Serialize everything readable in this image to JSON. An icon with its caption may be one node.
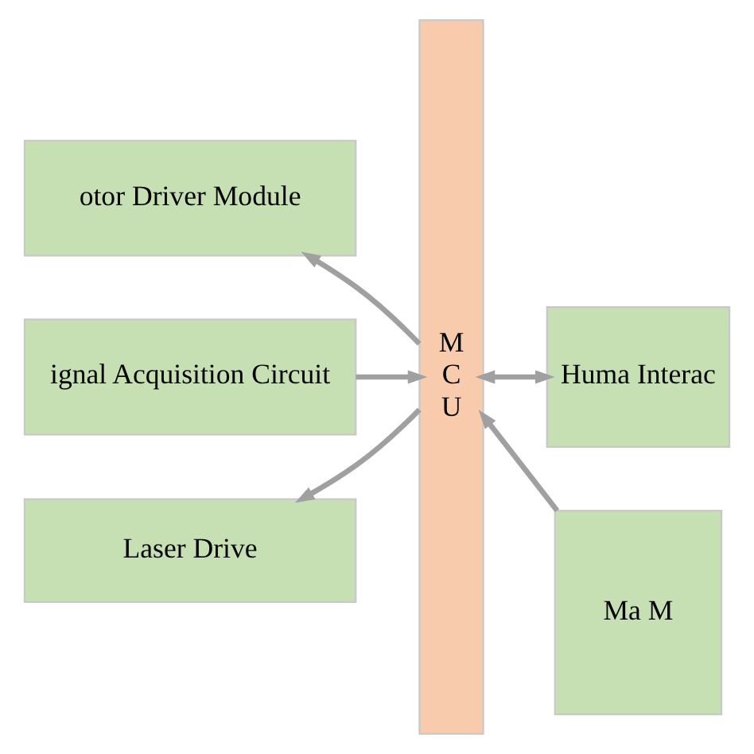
{
  "diagram": {
    "nodes": [
      {
        "text": [
          "otor Driver Module"
        ]
      },
      {
        "text": [
          "Laser Drive"
        ]
      },
      {
        "text": [
          "ignal Acquisition Circuit"
        ]
      },
      {
        "text": [
          "M C U"
        ]
      },
      {
        "text": [
          "Ma M"
        ]
      },
      {
        "text": [
          "Huma Interac"
        ]
      }
    ],
    "edges": [
      {
        "from": 3,
        "to": 0,
        "arrow": "to"
      },
      {
        "from": 3,
        "to": 1,
        "arrow": "to"
      },
      {
        "from": 2,
        "to": 3,
        "arrow": "to"
      },
      {
        "from": 4,
        "to": 3,
        "arrow": "to"
      },
      {
        "from": 3,
        "to": 5,
        "arrow": "both"
      }
    ]
  }
}
